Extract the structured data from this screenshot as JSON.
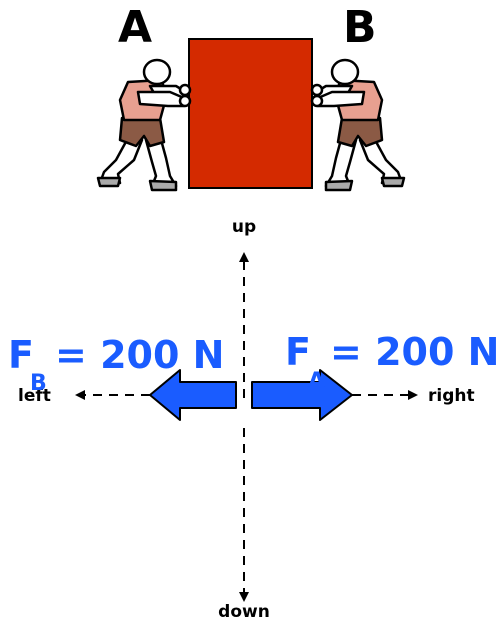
{
  "people": {
    "a_label": "A",
    "b_label": "B"
  },
  "directions": {
    "up": "up",
    "down": "down",
    "left": "left",
    "right": "right"
  },
  "forces": {
    "left": {
      "symbol": "F",
      "subscript": "B",
      "equals_text": "= 200 N"
    },
    "right": {
      "symbol": "F",
      "subscript": "A",
      "equals_text": "= 200 N"
    }
  },
  "colors": {
    "box": "#d42a00",
    "arrow_fill": "#1a5cff",
    "force_text": "#1a5cff",
    "axis": "#000000"
  }
}
